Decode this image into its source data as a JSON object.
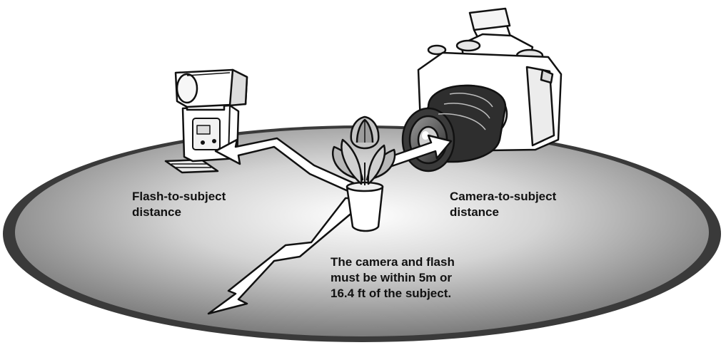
{
  "labels": {
    "flash_to_subject": [
      "Flash-to-subject",
      "distance"
    ],
    "camera_to_subject": [
      "Camera-to-subject",
      "distance"
    ],
    "range_note": [
      "The camera and flash",
      "must be within 5m or",
      "16.4 ft of the subject."
    ]
  },
  "colors": {
    "ground_rim": "#3a3a3a",
    "ground_center": "#ffffff",
    "ground_edge": "#8a8a8a",
    "outline": "#111111",
    "arrow_fill": "#ffffff"
  },
  "icons": {
    "flash": "external-flash-unit-icon",
    "camera": "dslr-camera-icon",
    "subject": "potted-tulip-icon"
  }
}
